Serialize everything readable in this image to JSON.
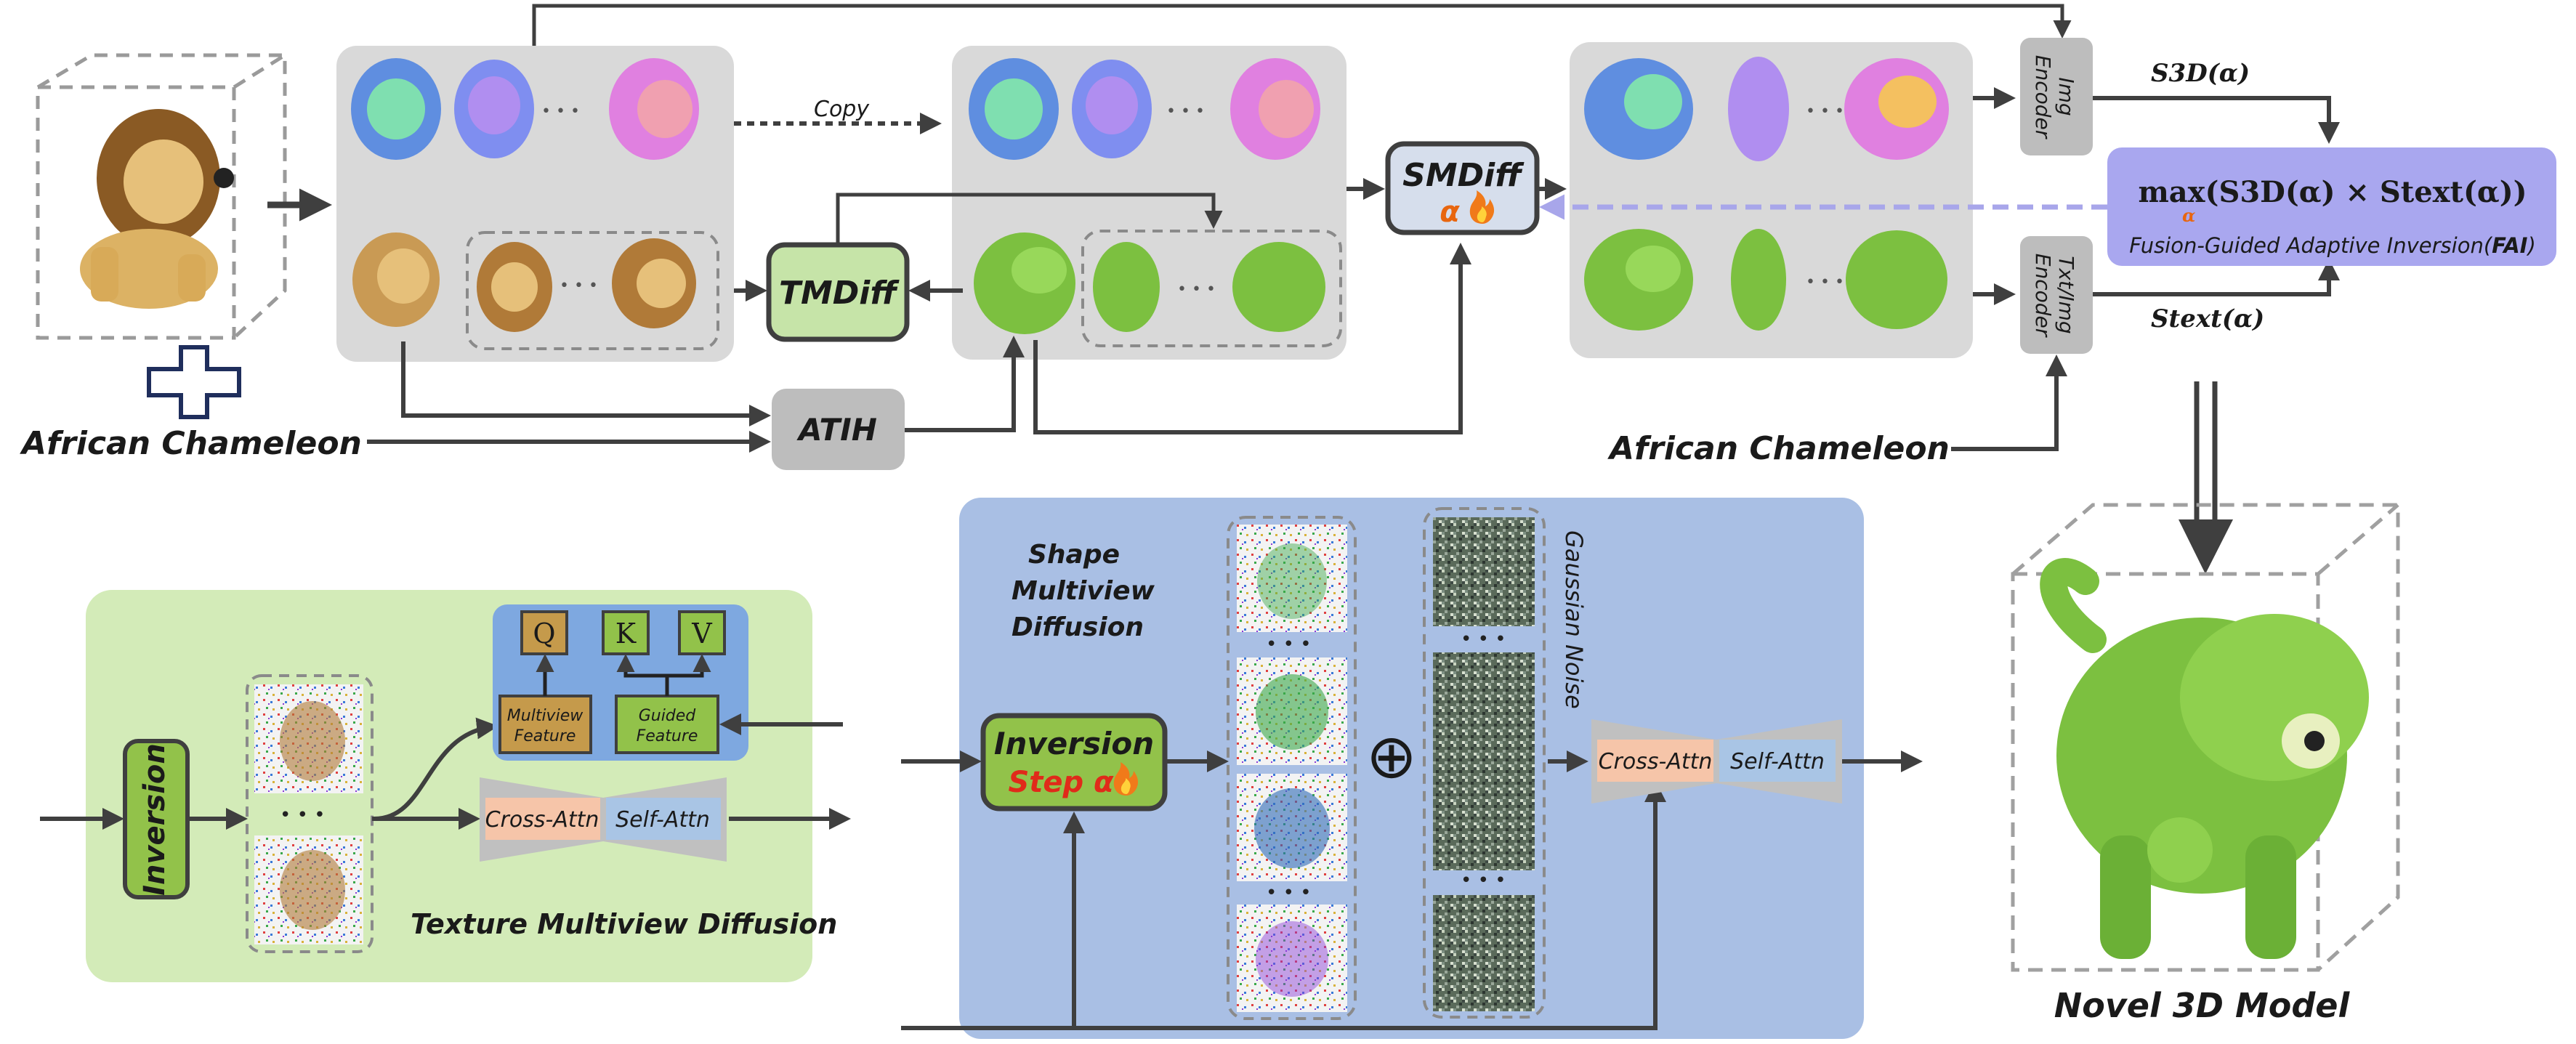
{
  "labels": {
    "african_chameleon_left": "African Chameleon",
    "african_chameleon_right": "African Chameleon",
    "copy": "Copy",
    "tmdiff": "TMDiff",
    "atih": "ATIH",
    "smdiff": "SMDiff",
    "alpha": "α",
    "img_encoder_l1": "Img",
    "img_encoder_l2": "Encoder",
    "txt_encoder_l1": "Txt/Img",
    "txt_encoder_l2": "Encoder",
    "s3d": "S3D(α)",
    "stext": "Stext(α)",
    "fai_formula": "max(S3D(α) × Stext(α))",
    "fai_max": "max",
    "fai_alpha": "α",
    "fai_caption_pre": "Fusion-Guided Adaptive Inversion(",
    "fai_caption_bold": "FAI",
    "fai_caption_post": ")",
    "novel_3d_model": "Novel 3D Model",
    "inversion": "Inversion",
    "q": "Q",
    "k": "K",
    "v": "V",
    "multiview_feature_l1": "Multiview",
    "multiview_feature_l2": "Feature",
    "guided_feature_l1": "Guided",
    "guided_feature_l2": "Feature",
    "cross_attn": "Cross-Attn",
    "self_attn": "Self-Attn",
    "texture_multiview_diffusion": "Texture Multiview Diffusion",
    "shape_mv_l1": "Shape",
    "shape_mv_l2": "Multiview",
    "shape_mv_l3": "Diffusion",
    "inversion_step": "Inversion",
    "step_alpha": "Step α",
    "gaussian_noise": "Gaussian Noise",
    "dots": "• • •",
    "oplus": "⊕"
  },
  "icons": [
    "plus-icon",
    "fire-icon",
    "cube-outline-icon"
  ],
  "colors": {
    "panel_gray": "#d9d9d9",
    "box_gray": "#c8c8c8",
    "tmdiff_green": "#c6e4a8",
    "smdiff_blue": "#d6deec",
    "fai_purple": "#a9a7ef",
    "green_panel": "#d3ebb8",
    "blue_panel": "#a9bfe4",
    "orange": "#e8660f",
    "red": "#e02a1a",
    "cross_attn": "#f6c5a9",
    "self_attn": "#a9c5e5",
    "q_box": "#c59a4b",
    "kv_box": "#92c24a",
    "feature_box_mv": "#c59a4b",
    "feature_box_guided": "#92c24a",
    "query_panel_blue": "#7ea8e0",
    "dark_stroke": "#3f3f3f"
  }
}
